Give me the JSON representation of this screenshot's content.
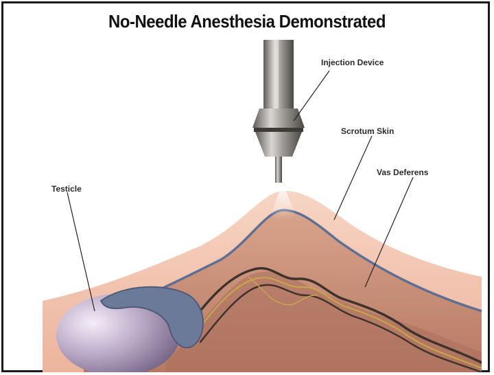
{
  "title": "No-Needle Anesthesia Demonstrated",
  "labels": {
    "injection_device": "Injection Device",
    "scrotum_skin": "Scrotum Skin",
    "vas_deferens": "Vas Deferens",
    "testicle": "Testicle"
  },
  "colors": {
    "skin_outer": "#f2c7b3",
    "skin_inner": "#c98f78",
    "membrane_line": "#5e6f93",
    "testicle": "#b3a2bf",
    "device_metal": "#8a8580",
    "vas_line": "#4a3b36",
    "vas_yellow": "#c9a64a"
  }
}
